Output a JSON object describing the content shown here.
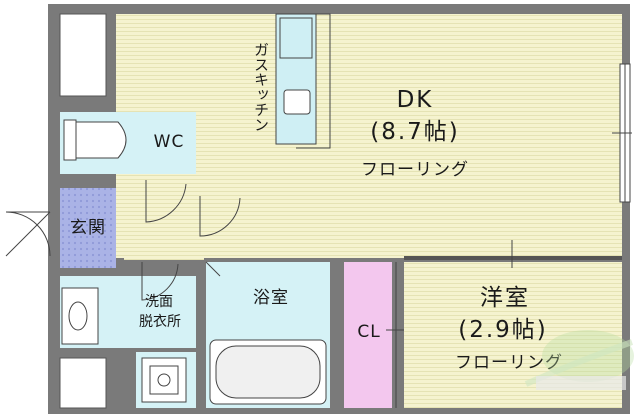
{
  "rooms": {
    "dk": {
      "name": "DK",
      "area": "(8.7帖)",
      "floor": "フローリング"
    },
    "western": {
      "name": "洋室",
      "area": "(2.9帖)",
      "floor": "フローリング"
    },
    "bath": {
      "name": "浴室"
    },
    "closet": {
      "name": "CL"
    },
    "toilet": {
      "name": "WC"
    },
    "entrance": {
      "name": "玄関"
    },
    "washroom": {
      "line1": "洗面",
      "line2": "脱衣所"
    },
    "kitchen": {
      "name": "ガスキッチン"
    }
  },
  "colors": {
    "wall": "#777777",
    "dk_floor": "#f5f3cf",
    "wet_area": "#cfeff4",
    "entrance_tile": "#aab3e6",
    "closet": "#f3c7ee",
    "wc_area": "#d5f2f6"
  }
}
